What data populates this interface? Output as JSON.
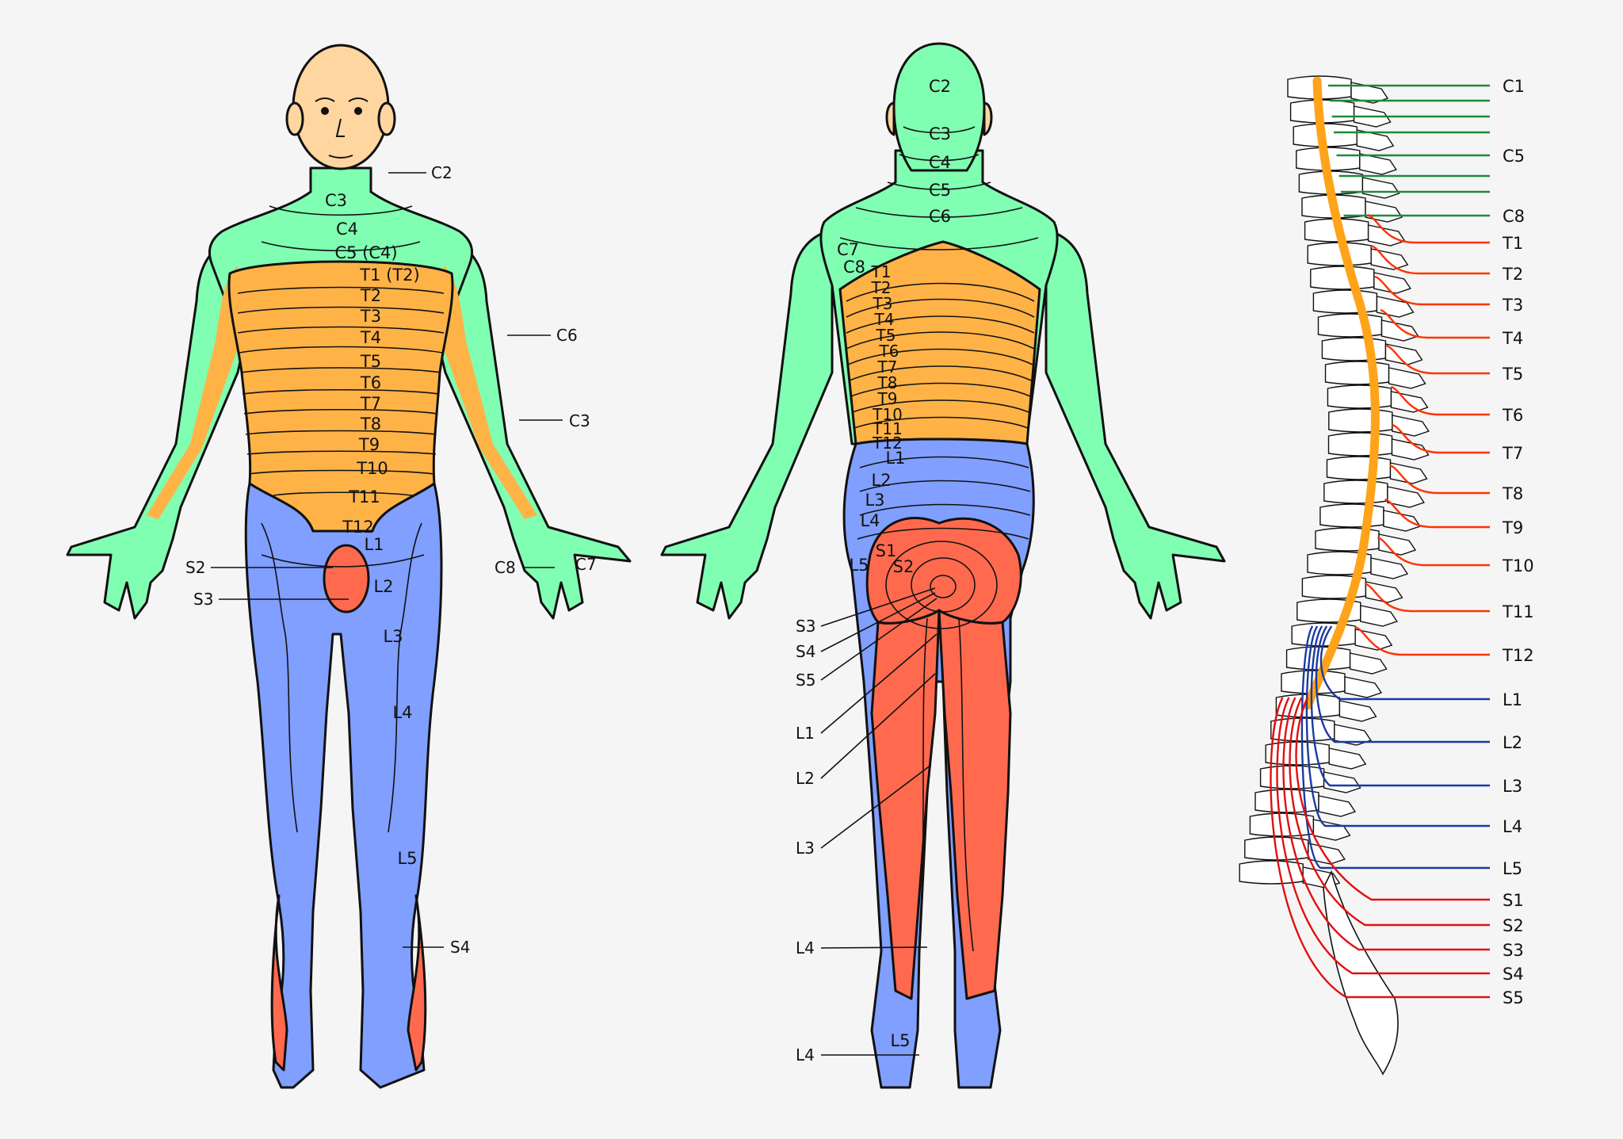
{
  "colors": {
    "background": "#f5f5f5",
    "cervical": "#80ffb3",
    "thoracic": "#ffb347",
    "lumbar": "#809fff",
    "sacral": "#ff6a4f",
    "cord": "#ffa31a",
    "nerve_cervical": "#1f8a3a",
    "nerve_thoracic": "#ff3300",
    "nerve_lumbar": "#1a3aa0",
    "nerve_sacral": "#e01010",
    "outline": "#111111"
  },
  "front_view": {
    "regions": [
      "C3",
      "C4",
      "C5 (C4)",
      "T1 (T2)",
      "T2",
      "T3",
      "T4",
      "T5",
      "T6",
      "T7",
      "T8",
      "T9",
      "T10",
      "T11",
      "T12",
      "L1",
      "L2",
      "L3",
      "L4",
      "L5"
    ],
    "callouts": {
      "neck": "C2",
      "shoulder_arm": "C6",
      "forearm": "C3",
      "hand_outer": "C8",
      "hand_inner": "C7",
      "genital_upper": "S2",
      "genital_lower": "S3",
      "shin": "S4"
    }
  },
  "back_view": {
    "regions": [
      "C2",
      "C3",
      "C4",
      "C5",
      "C6",
      "C7",
      "C8",
      "T1",
      "T2",
      "T3",
      "T4",
      "T5",
      "T6",
      "T7",
      "T8",
      "T9",
      "T10",
      "T11",
      "T12",
      "L1",
      "L2",
      "L3",
      "L4",
      "L5",
      "S1",
      "S2"
    ],
    "callouts": [
      "S3",
      "S4",
      "S5",
      "L1",
      "L2",
      "L3",
      "L4",
      "L4"
    ],
    "heel": "L5"
  },
  "spine": {
    "cervical": [
      "C1",
      "C5",
      "C8"
    ],
    "thoracic": [
      "T1",
      "T2",
      "T3",
      "T4",
      "T5",
      "T6",
      "T7",
      "T8",
      "T9",
      "T10",
      "T11",
      "T12"
    ],
    "lumbar": [
      "L1",
      "L2",
      "L3",
      "L4",
      "L5"
    ],
    "sacral": [
      "S1",
      "S2",
      "S3",
      "S4",
      "S5"
    ]
  }
}
